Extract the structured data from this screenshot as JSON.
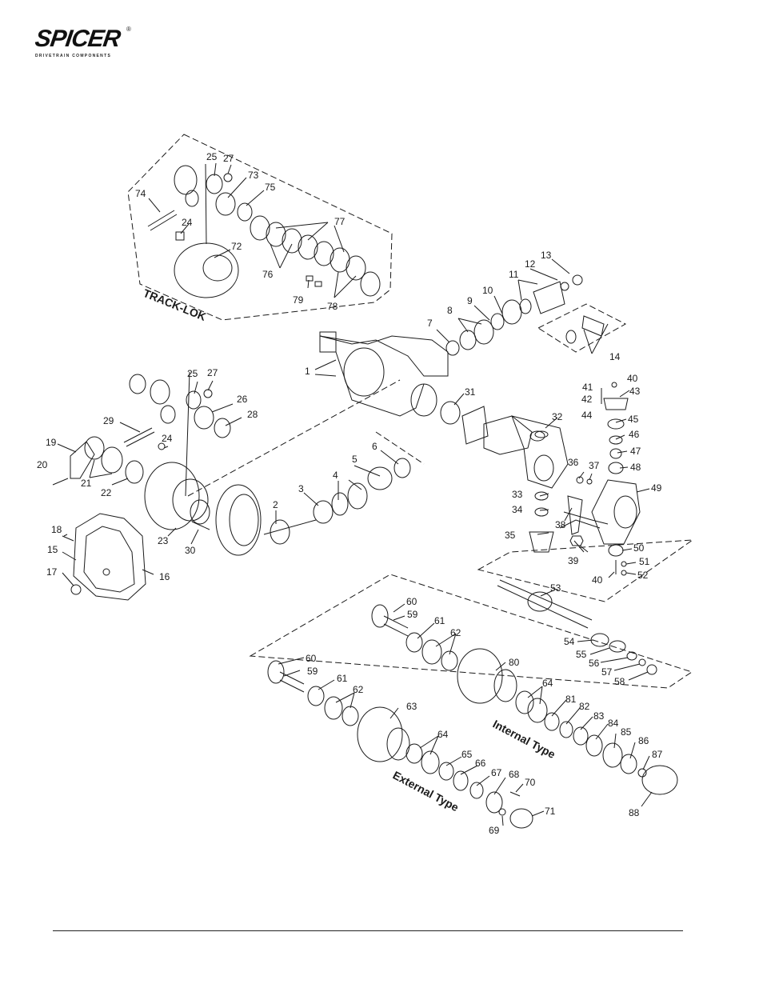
{
  "logo": {
    "brand": "SPICER",
    "reg_mark": "®",
    "tagline": "DRIVETRAIN COMPONENTS"
  },
  "diagram": {
    "group_labels": {
      "track_lok": "TRACK-LOK",
      "internal_type": "Internal Type",
      "external_type": "External Type"
    },
    "callouts": [
      "1",
      "2",
      "3",
      "4",
      "5",
      "6",
      "7",
      "8",
      "9",
      "10",
      "11",
      "12",
      "13",
      "14",
      "15",
      "16",
      "17",
      "18",
      "19",
      "20",
      "21",
      "22",
      "23",
      "24",
      "24",
      "25",
      "25",
      "26",
      "27",
      "27",
      "28",
      "29",
      "30",
      "31",
      "32",
      "33",
      "34",
      "35",
      "36",
      "37",
      "38",
      "39",
      "40",
      "40",
      "41",
      "42",
      "43",
      "44",
      "45",
      "46",
      "47",
      "48",
      "49",
      "50",
      "51",
      "52",
      "53",
      "54",
      "55",
      "56",
      "57",
      "58",
      "59",
      "59",
      "60",
      "60",
      "61",
      "61",
      "62",
      "62",
      "63",
      "64",
      "64",
      "65",
      "66",
      "67",
      "68",
      "69",
      "70",
      "71",
      "72",
      "73",
      "74",
      "75",
      "76",
      "77",
      "78",
      "79",
      "80",
      "81",
      "82",
      "83",
      "84",
      "85",
      "86",
      "87",
      "88"
    ]
  }
}
